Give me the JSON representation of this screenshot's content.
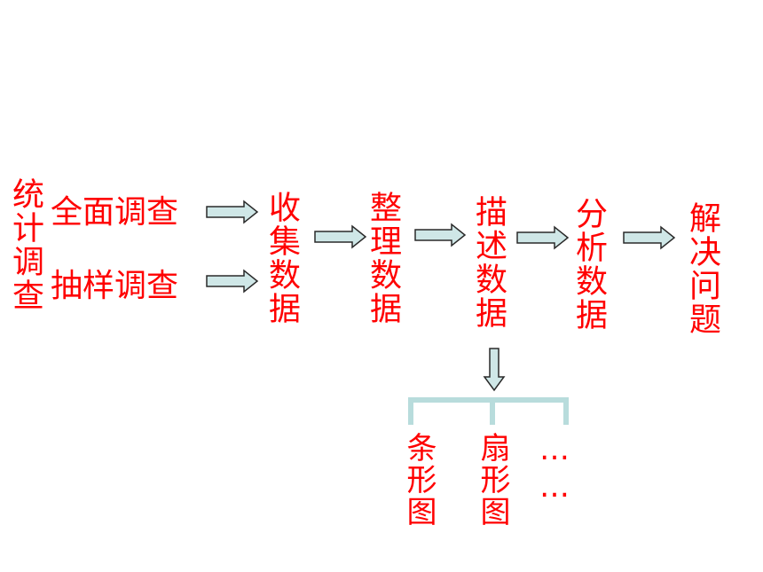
{
  "root_label": "统计调查",
  "survey_methods": [
    "全面调查",
    "抽样调查"
  ],
  "steps": [
    "收集数据",
    "整理数据",
    "描述数据",
    "分析数据",
    "解决问题"
  ],
  "chart_types": [
    "条形图",
    "扇形图",
    "……"
  ],
  "colors": {
    "text": "#ff0000",
    "arrow_fill": "#cfe7e7",
    "arrow_stroke": "#2a2a2a",
    "bracket": "#b8dcdc"
  }
}
